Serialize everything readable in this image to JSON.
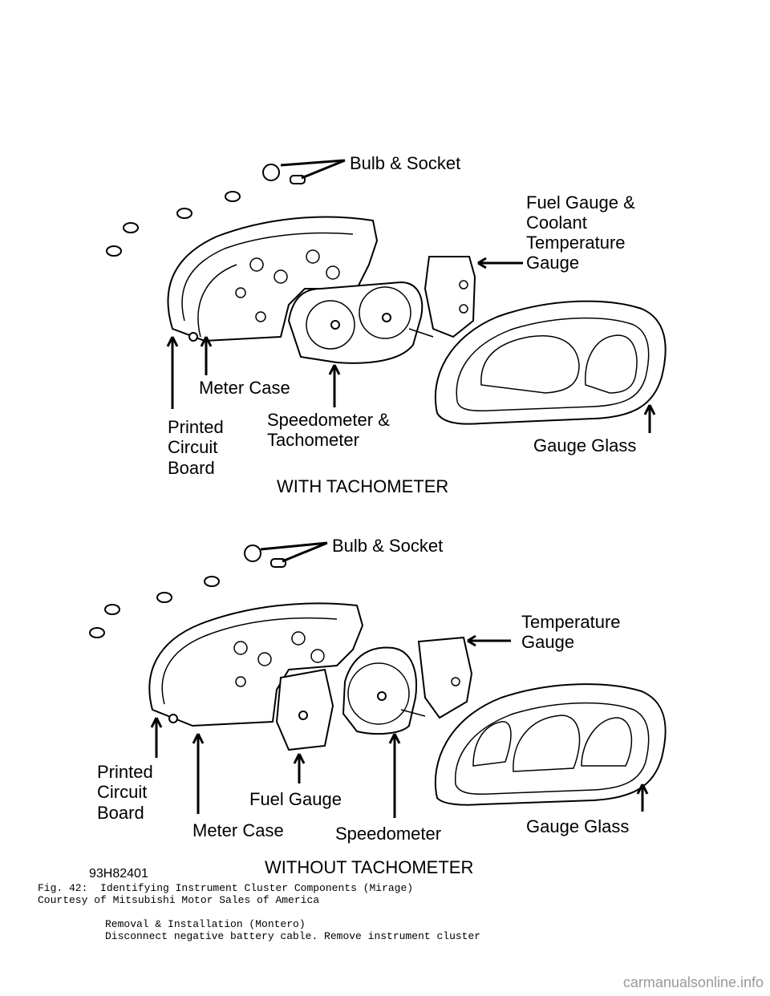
{
  "figure": {
    "top": {
      "title": "WITH TACHOMETER",
      "labels": {
        "bulb_socket": "Bulb & Socket",
        "fuel_coolant": [
          "Fuel Gauge &",
          "Coolant",
          "Temperature",
          "Gauge"
        ],
        "meter_case": "Meter Case",
        "printed_circuit_board": [
          "Printed",
          "Circuit",
          "Board"
        ],
        "speedometer_tachometer": [
          "Speedometer &",
          "Tachometer"
        ],
        "gauge_glass": "Gauge Glass"
      }
    },
    "bottom": {
      "title": "WITHOUT TACHOMETER",
      "labels": {
        "bulb_socket": "Bulb & Socket",
        "temperature_gauge": [
          "Temperature",
          "Gauge"
        ],
        "printed_circuit_board": [
          "Printed",
          "Circuit",
          "Board"
        ],
        "fuel_gauge": "Fuel Gauge",
        "meter_case": "Meter Case",
        "speedometer": "Speedometer",
        "gauge_glass": "Gauge Glass"
      }
    },
    "code": "93H82401"
  },
  "text": {
    "caption": "Fig. 42:  Identifying Instrument Cluster Components (Mirage)",
    "courtesy": "Courtesy of Mitsubishi Motor Sales of America",
    "section": "Removal & Installation (Montero)",
    "instruction": "Disconnect negative battery cable. Remove instrument cluster"
  },
  "watermark": "carmanualsonline.info"
}
